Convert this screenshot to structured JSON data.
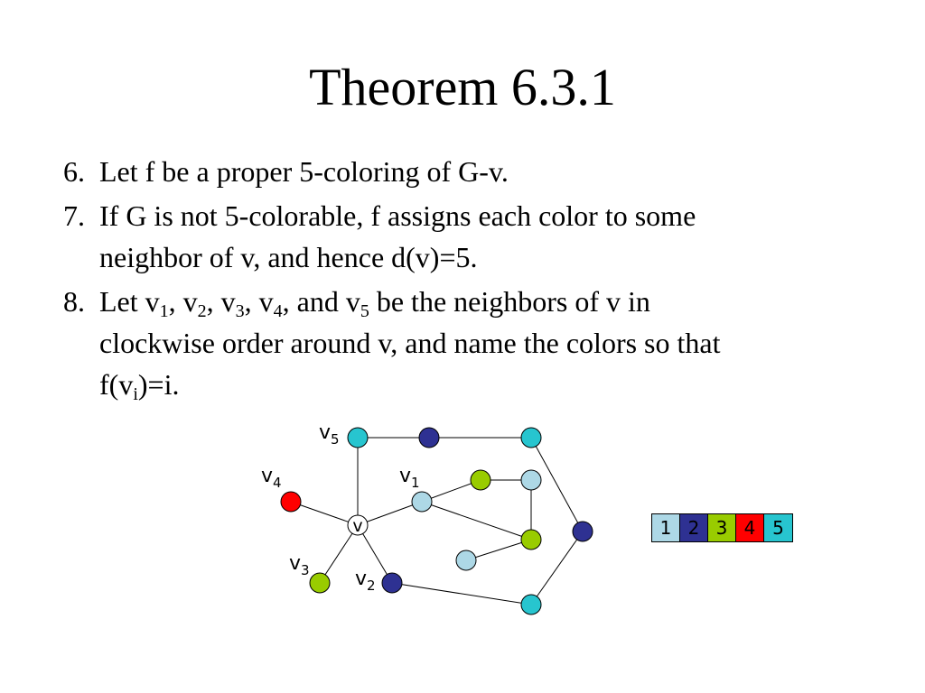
{
  "slide": {
    "title": "Theorem 6.3.1",
    "items": [
      {
        "number": "6.",
        "lines": [
          "Let f be a proper 5-coloring of G-v."
        ]
      },
      {
        "number": "7.",
        "lines": [
          "If G is not 5-colorable, f assigns each color to some",
          "neighbor of v, and hence d(v)=5."
        ]
      },
      {
        "number": "8.",
        "line1_parts": [
          "Let v",
          "1",
          ", v",
          "2",
          ", v",
          "3",
          ", v",
          "4",
          ", and v",
          "5",
          " be the neighbors of v in"
        ],
        "line2": "clockwise order around v, and name the colors so that",
        "line3_parts": [
          "f(v",
          "i",
          ")=i."
        ]
      }
    ]
  },
  "colors": {
    "1": "#add8e6",
    "2": "#2e3192",
    "3": "#99cc00",
    "4": "#ff0000",
    "5": "#27c5cf",
    "center": "#ffffff"
  },
  "graph": {
    "center_label": "v",
    "neighbor_labels": [
      {
        "base": "v",
        "sub": "1"
      },
      {
        "base": "v",
        "sub": "2"
      },
      {
        "base": "v",
        "sub": "3"
      },
      {
        "base": "v",
        "sub": "4"
      },
      {
        "base": "v",
        "sub": "5"
      }
    ]
  },
  "legend": [
    "1",
    "2",
    "3",
    "4",
    "5"
  ]
}
